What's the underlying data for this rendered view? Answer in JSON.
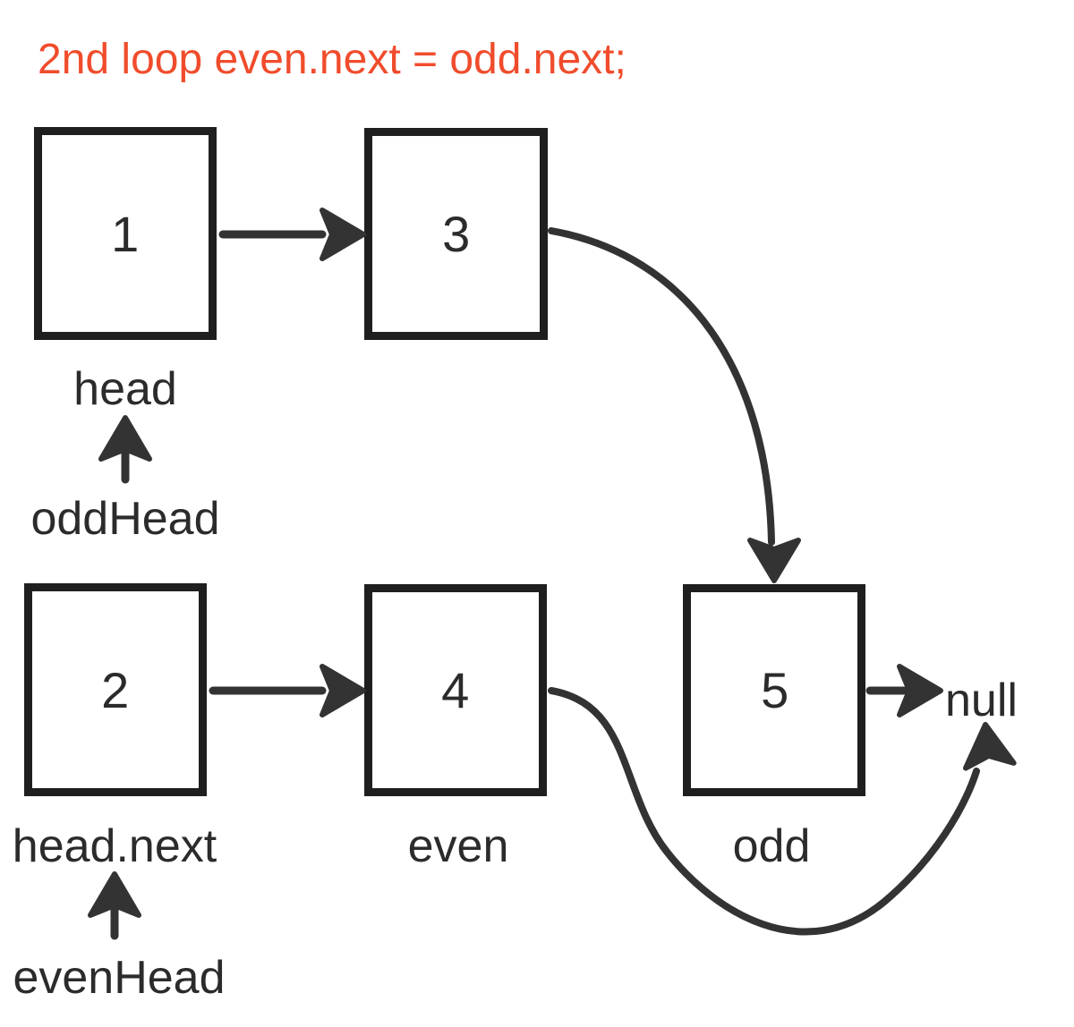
{
  "title": {
    "text": "2nd loop even.next = odd.next;",
    "color": "#f04c2c"
  },
  "colors": {
    "box_border": "#1f1f1f",
    "connector": "#333333",
    "label_text": "#2b2b2b",
    "background": "#ffffff"
  },
  "nodes": {
    "n1": "1",
    "n3": "3",
    "n2": "2",
    "n4": "4",
    "n5": "5"
  },
  "labels": {
    "head": "head",
    "odd_head": "oddHead",
    "head_next": "head.next",
    "even": "even",
    "odd": "odd",
    "even_head": "evenHead",
    "null_text": "null"
  },
  "edges": [
    {
      "from": "1",
      "to": "3",
      "style": "straight"
    },
    {
      "from": "3",
      "to": "5",
      "style": "curved-down"
    },
    {
      "from": "2",
      "to": "4",
      "style": "straight"
    },
    {
      "from": "4",
      "to": "null",
      "style": "s-curve-up"
    },
    {
      "from": "5",
      "to": "null",
      "style": "straight"
    },
    {
      "from": "oddHead",
      "to": "head",
      "style": "up-arrow"
    },
    {
      "from": "evenHead",
      "to": "head.next",
      "style": "up-arrow"
    }
  ]
}
